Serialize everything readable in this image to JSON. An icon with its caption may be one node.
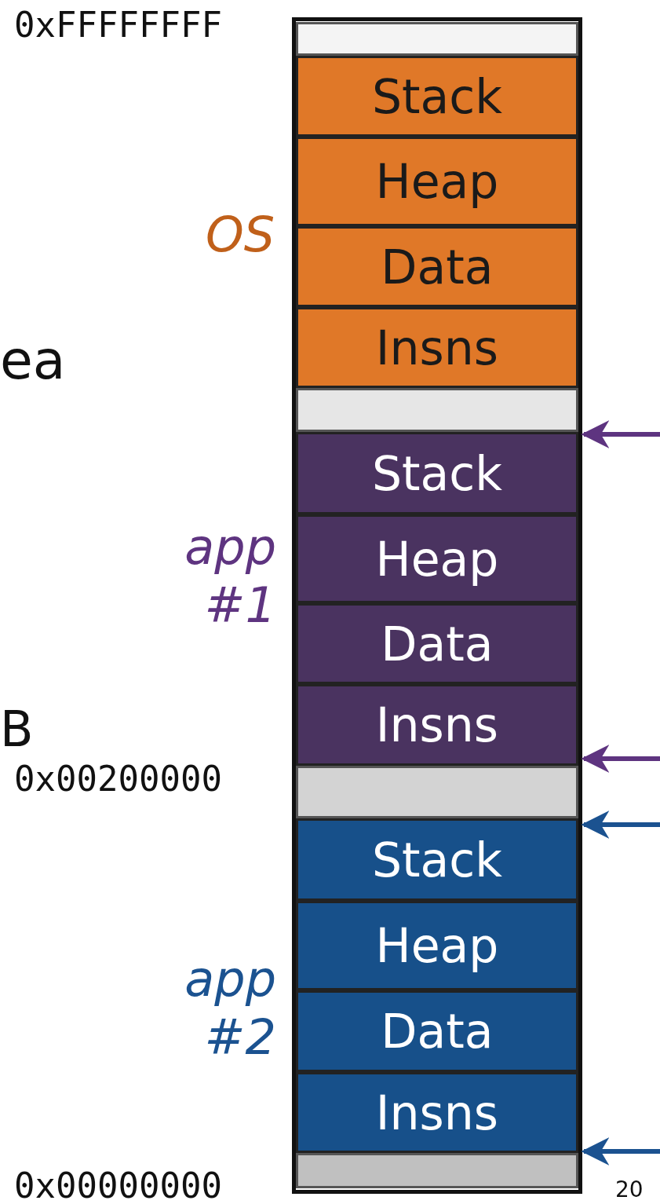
{
  "diagram": {
    "nodes": [
      {
        "text": [],
        "shape": "box"
      },
      {
        "text": [],
        "shape": "box",
        "in": 0
      },
      {
        "text": [
          "Stack"
        ],
        "in": 0
      },
      {
        "text": [
          "Heap"
        ],
        "in": 0
      },
      {
        "text": [
          "Data"
        ],
        "in": 0
      },
      {
        "text": [
          "Insns"
        ],
        "in": 0
      },
      {
        "text": [],
        "shape": "box",
        "in": 0
      },
      {
        "text": [
          "Stack"
        ],
        "in": 0
      },
      {
        "text": [
          "Heap"
        ],
        "in": 0
      },
      {
        "text": [
          "Data"
        ],
        "in": 0
      },
      {
        "text": [
          "Insns"
        ],
        "in": 0
      },
      {
        "text": [],
        "shape": "box",
        "in": 0
      },
      {
        "text": [
          "Stack"
        ],
        "in": 0
      },
      {
        "text": [
          "Heap"
        ],
        "in": 0
      },
      {
        "text": [
          "Data"
        ],
        "in": 0
      },
      {
        "text": [
          "Insns"
        ],
        "in": 0
      },
      {
        "text": [],
        "shape": "box",
        "in": 0
      }
    ],
    "edges": [
      {
        "from": null,
        "to": 7,
        "arrow": "to",
        "color": "#5e3480"
      },
      {
        "from": null,
        "to": 10,
        "arrow": "to",
        "color": "#5e3480"
      },
      {
        "from": null,
        "to": 12,
        "arrow": "to",
        "color": "#1b5290"
      },
      {
        "from": null,
        "to": 15,
        "arrow": "to",
        "color": "#1b5290"
      }
    ],
    "labels": [
      "0xFFFFFFFF",
      "OS",
      "ea",
      "app #1",
      "B",
      "0x00200000",
      "app #2",
      "0x00000000",
      "20"
    ]
  }
}
